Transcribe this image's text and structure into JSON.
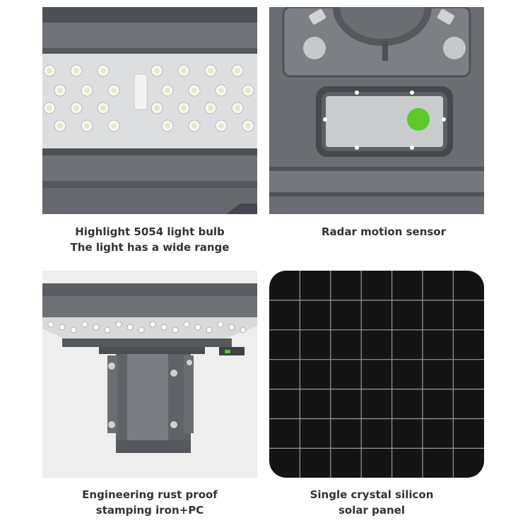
{
  "panels": [
    {
      "photo": "led-module-closeup",
      "caption": [
        "Highlight 5054 light bulb",
        "The light has a wide range"
      ]
    },
    {
      "photo": "radar-sensor-closeup",
      "caption": [
        "Radar motion sensor"
      ]
    },
    {
      "photo": "mounting-bracket-closeup",
      "caption": [
        "Engineering rust proof",
        "stamping iron+PC"
      ]
    },
    {
      "photo": "solar-panel-closeup",
      "caption": [
        "Single crystal silicon",
        "solar panel"
      ]
    }
  ],
  "colors": {
    "housing": "#6b6e72",
    "sensor_led": "#5cc82c",
    "solar_cell": "#111111",
    "caption_text": "#333333"
  }
}
